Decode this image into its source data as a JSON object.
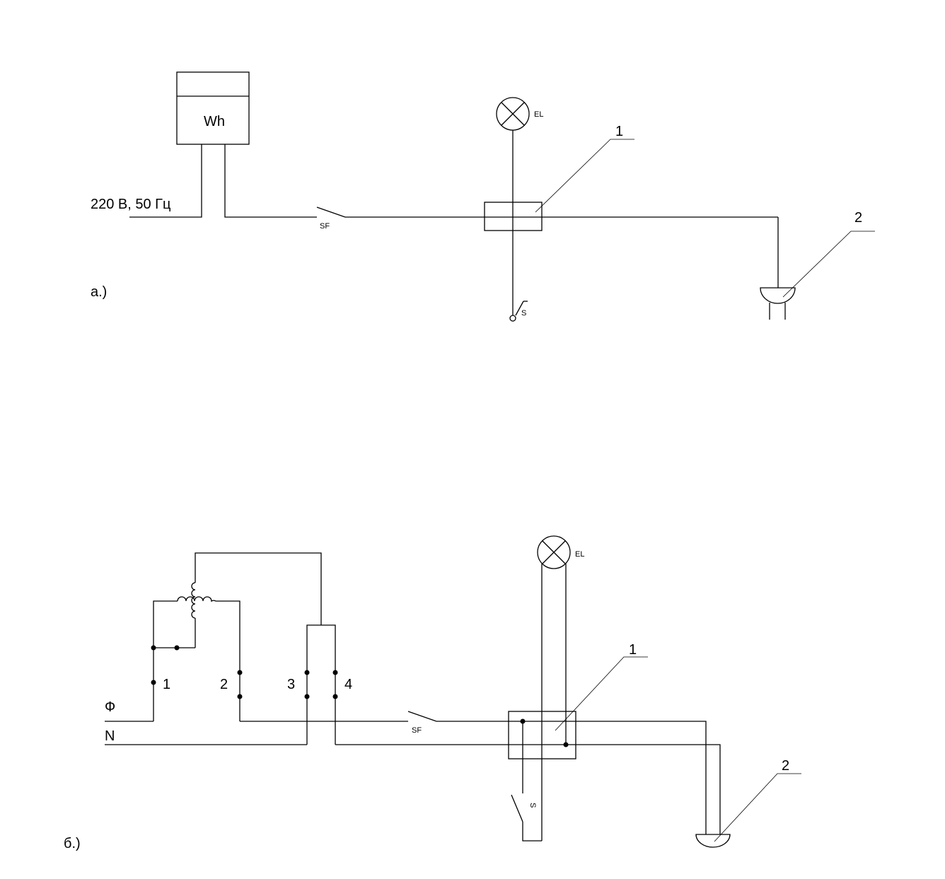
{
  "diagram_a": {
    "caption": "а.)",
    "meter_label": "Wh",
    "supply_label": "220 В, 50 Гц",
    "breaker_label": "SF",
    "lamp_label": "EL",
    "switch_label": "S",
    "callout_box": "1",
    "callout_socket": "2"
  },
  "diagram_b": {
    "caption": "б.)",
    "phase_label": "Ф",
    "neutral_label": "N",
    "terminal_1": "1",
    "terminal_2": "2",
    "terminal_3": "3",
    "terminal_4": "4",
    "breaker_label": "SF",
    "lamp_label": "EL",
    "switch_label": "S",
    "callout_box": "1",
    "callout_socket": "2"
  }
}
